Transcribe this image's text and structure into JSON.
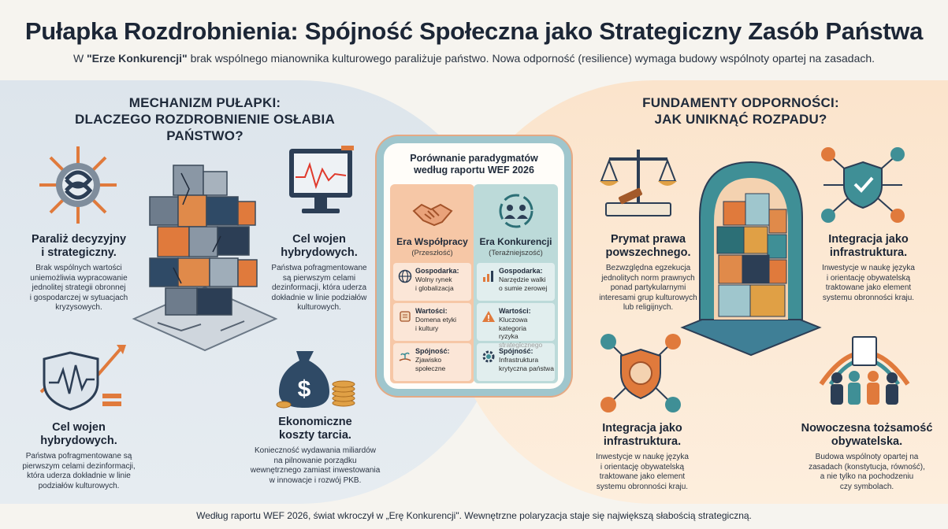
{
  "header": {
    "title": "Pułapka Rozdrobnienia: Spójność Społeczna jako Strategiczny Zasób Państwa",
    "subtitle_pre": "W ",
    "subtitle_bold": "\"Erze Konkurencji\"",
    "subtitle_post": " brak wspólnego mianownika kulturowego paraliżuje państwo. Nowa odporność (resilience) wymaga budowy wspólnoty opartej na zasadach."
  },
  "left": {
    "heading_1": "MECHANIZM PUŁAPKI:",
    "heading_2": "DLACZEGO ROZDROBNIENIE OSŁABIA PAŃSTWO?",
    "items": [
      {
        "title_1": "Paraliż decyzyjny",
        "title_2": "i strategiczny.",
        "desc": [
          "Brak wspólnych wartości",
          "uniemożliwia wypracowanie",
          "jednolitej strategii obronnej",
          "i gospodarczej w sytuacjach",
          "kryzysowych."
        ]
      },
      {
        "title_1": "Cel wojen",
        "title_2": "hybrydowych.",
        "desc": [
          "Państwa pofragmentowane",
          "są pierwszym celami",
          "dezinformacji, która uderza",
          "dokładnie w linie podziałów",
          "kulturowych."
        ]
      },
      {
        "title_1": "Cel wojen",
        "title_2": "hybrydowych.",
        "desc": [
          "Państwa pofragmentowane są",
          "pierwszym celami dezinformacji,",
          "która uderza dokładnie w linie",
          "podziałów kulturowych."
        ]
      },
      {
        "title_1": "Ekonomiczne",
        "title_2": "koszty tarcia.",
        "desc": [
          "Konieczność wydawania miliardów",
          "na pilnowanie porządku",
          "wewnętrznego zamiast inwestowania",
          "w innowacje i rozwój PKB."
        ]
      }
    ]
  },
  "center": {
    "title_1": "Porównanie paradygmatów",
    "title_2": "według raportu WEF 2026",
    "col_a": {
      "name": "Era Współpracy",
      "sub": "(Przeszłość)",
      "rows": [
        {
          "label": "Gospodarka:",
          "value": [
            "Wolny rynek",
            "i globalizacja"
          ]
        },
        {
          "label": "Wartości:",
          "value": [
            "Domena etyki",
            "i kultury"
          ]
        },
        {
          "label": "Spójność:",
          "value": [
            "Zjawisko",
            "społeczne"
          ]
        }
      ]
    },
    "col_b": {
      "name": "Era Konkurencji",
      "sub": "(Teraźniejszość)",
      "rows": [
        {
          "label": "Gospodarka:",
          "value": [
            "Narzędzie walki",
            "o sumie zerowej"
          ]
        },
        {
          "label": "Wartości:",
          "value": [
            "Kluczowa kategoria",
            "ryzyka strategicznego"
          ]
        },
        {
          "label": "Spójność:",
          "value": [
            "Infrastruktura",
            "krytyczna państwa"
          ]
        }
      ]
    }
  },
  "right": {
    "heading_1": "FUNDAMENTY ODPORNOŚCI:",
    "heading_2": "JAK UNIKNĄĆ ROZPADU?",
    "items": [
      {
        "title_1": "Prymat prawa",
        "title_2": "powszechnego.",
        "desc": [
          "Bezwzględna egzekucja",
          "jednolitych norm prawnych",
          "ponad partykularnymi",
          "interesami grup kulturowych",
          "lub religijnych."
        ]
      },
      {
        "title_1": "Integracja jako",
        "title_2": "infrastruktura.",
        "desc": [
          "Inwestycje w naukę języka",
          "i orientację obywatelską",
          "traktowane jako element",
          "systemu obronności kraju."
        ]
      },
      {
        "title_1": "Integracja jako",
        "title_2": "infrastruktura.",
        "desc": [
          "Inwestycje w naukę języka",
          "i orientację obywatelską",
          "traktowane jako element",
          "systemu obronności kraju."
        ]
      },
      {
        "title_1": "Nowoczesna tożsamość",
        "title_2": "obywatelska.",
        "desc": [
          "Budowa wspólnoty opartej na",
          "zasadach (konstytucja, równość),",
          "a nie tylko na pochodzeniu",
          "czy symbolach."
        ]
      }
    ]
  },
  "footer": "Według raportu WEF 2026, świat wkroczył w „Erę Konkurencji\". Wewnętrzne polaryzacja staje się największą słabością strategiczną.",
  "colors": {
    "orange": "#e07a3c",
    "teal": "#3f8f96",
    "navy": "#2c3e55",
    "grey": "#8a97a5"
  },
  "icons": [
    "gears-knot-icon",
    "monitor-chart-icon",
    "shield-signal-icon",
    "money-bag-icon",
    "scales-of-justice-icon",
    "shield-network-icon",
    "brain-network-icon",
    "people-community-icon",
    "handshake-icon",
    "people-cycle-icon",
    "globe-icon",
    "bar-chart-icon",
    "scroll-icon",
    "warning-icon",
    "hand-sprout-icon",
    "gear-shield-icon",
    "fractured-pillar-icon",
    "solid-arch-tower-icon"
  ]
}
